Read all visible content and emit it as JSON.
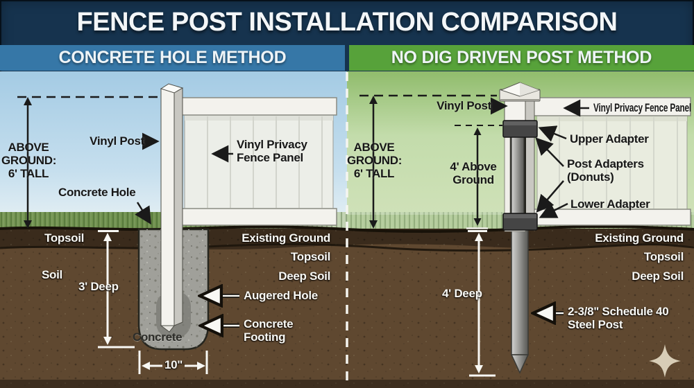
{
  "title": "FENCE POST INSTALLATION COMPARISON",
  "left": {
    "header": "CONCRETE HOLE METHOD",
    "labels": {
      "above_ground": "ABOVE\nGROUND:\n6' TALL",
      "vinyl_post": "Vinyl Post",
      "fence_panel": "Vinyl Privacy\nFence Panel",
      "concrete_hole": "Concrete Hole",
      "topsoil_surface": "Topsoil",
      "soil": "Soil",
      "depth": "3' Deep",
      "existing_ground": "Existing Ground",
      "topsoil_layer": "Topsoil",
      "deep_soil": "Deep Soil",
      "augered_hole": "Augered Hole",
      "concrete_footing": "Concrete\nFooting",
      "concrete": "Concrete",
      "hole_width": "10\""
    }
  },
  "right": {
    "header": "NO DIG DRIVEN POST METHOD",
    "labels": {
      "above_ground": "ABOVE\nGROUND:\n6' TALL",
      "vinyl_post": "Vinyl Post",
      "fence_panel": "Vinyl Privacy Fence Panel",
      "above_ground_height": "4' Above\nGround",
      "upper_adapter": "Upper Adapter",
      "post_adapters": "Post Adapters\n(Donuts)",
      "lower_adapter": "Lower Adapter",
      "existing_ground": "Existing Ground",
      "topsoil_layer": "Topsoil",
      "deep_soil": "Deep Soil",
      "depth": "4' Deep",
      "steel_post": "2-3/8\" Schedule 40\nSteel Post"
    }
  },
  "colors": {
    "title_bg": "#16334e",
    "left_header_bg": "#3677a7",
    "right_header_bg": "#57a23a",
    "left_sky": "#aed0e6",
    "right_field": "#a8cb86",
    "grass": "#7d9c5d",
    "topsoil": "#3a2b1c",
    "deep_soil": "#5f4830",
    "concrete": "#a0a09a",
    "steel": "#9b9b98",
    "vinyl_white": "#f2f1ec"
  }
}
